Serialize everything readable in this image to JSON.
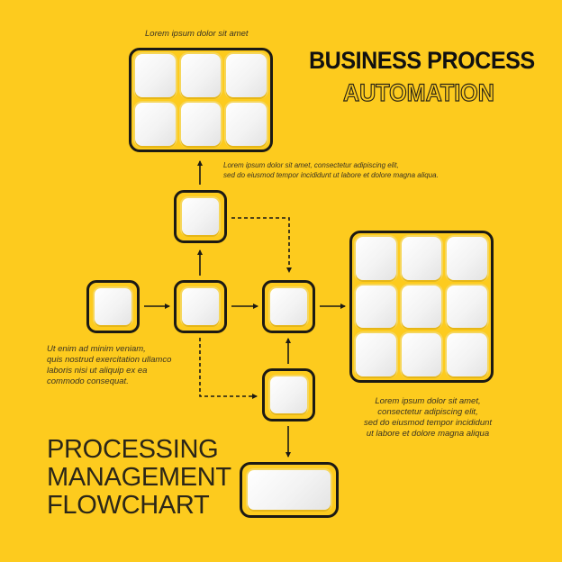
{
  "colors": {
    "background": "#fdcb1e",
    "outline": "#1c1a14",
    "tile": "#f4f4f4"
  },
  "header": {
    "title_line1": "BUSINESS PROCESS",
    "title_line2": "AUTOMATION"
  },
  "captions": {
    "top_label": "Lorem ipsum dolor sit amet",
    "upper_right": [
      "Lorem ipsum dolor sit amet, consectetur adipiscing elit,",
      "sed do eiusmod tempor incididunt ut labore et dolore magna aliqua."
    ],
    "left": [
      "Ut enim ad minim veniam,",
      "quis nostrud exercitation ullamco",
      "laboris nisi ut aliquip ex ea",
      "commodo consequat."
    ],
    "lower_right": [
      "Lorem ipsum dolor sit amet,",
      "consectetur adipiscing elit,",
      "sed do eiusmod tempor incididunt",
      "ut labore et dolore magna aliqua"
    ]
  },
  "footer_title": {
    "line1": "PROCESSING",
    "line2": "MANAGEMENT",
    "line3": "FLOWCHART"
  },
  "flowchart": {
    "nodes": [
      {
        "id": "top-grid",
        "type": "grid",
        "rows": 2,
        "cols": 3
      },
      {
        "id": "upper-node",
        "type": "single"
      },
      {
        "id": "start-node",
        "type": "single"
      },
      {
        "id": "hub-node",
        "type": "single"
      },
      {
        "id": "merge-node",
        "type": "single"
      },
      {
        "id": "output-grid",
        "type": "grid",
        "rows": 3,
        "cols": 3
      },
      {
        "id": "lower-node",
        "type": "single"
      },
      {
        "id": "end-node",
        "type": "wide"
      }
    ],
    "edges": [
      {
        "from": "start-node",
        "to": "hub-node",
        "style": "solid"
      },
      {
        "from": "hub-node",
        "to": "upper-node",
        "style": "solid"
      },
      {
        "from": "upper-node",
        "to": "top-grid",
        "style": "solid"
      },
      {
        "from": "hub-node",
        "to": "merge-node",
        "style": "solid"
      },
      {
        "from": "upper-node",
        "to": "merge-node",
        "style": "dashed"
      },
      {
        "from": "merge-node",
        "to": "output-grid",
        "style": "solid"
      },
      {
        "from": "hub-node",
        "to": "lower-node",
        "style": "dashed"
      },
      {
        "from": "lower-node",
        "to": "merge-node",
        "style": "solid"
      },
      {
        "from": "lower-node",
        "to": "end-node",
        "style": "solid"
      }
    ]
  }
}
